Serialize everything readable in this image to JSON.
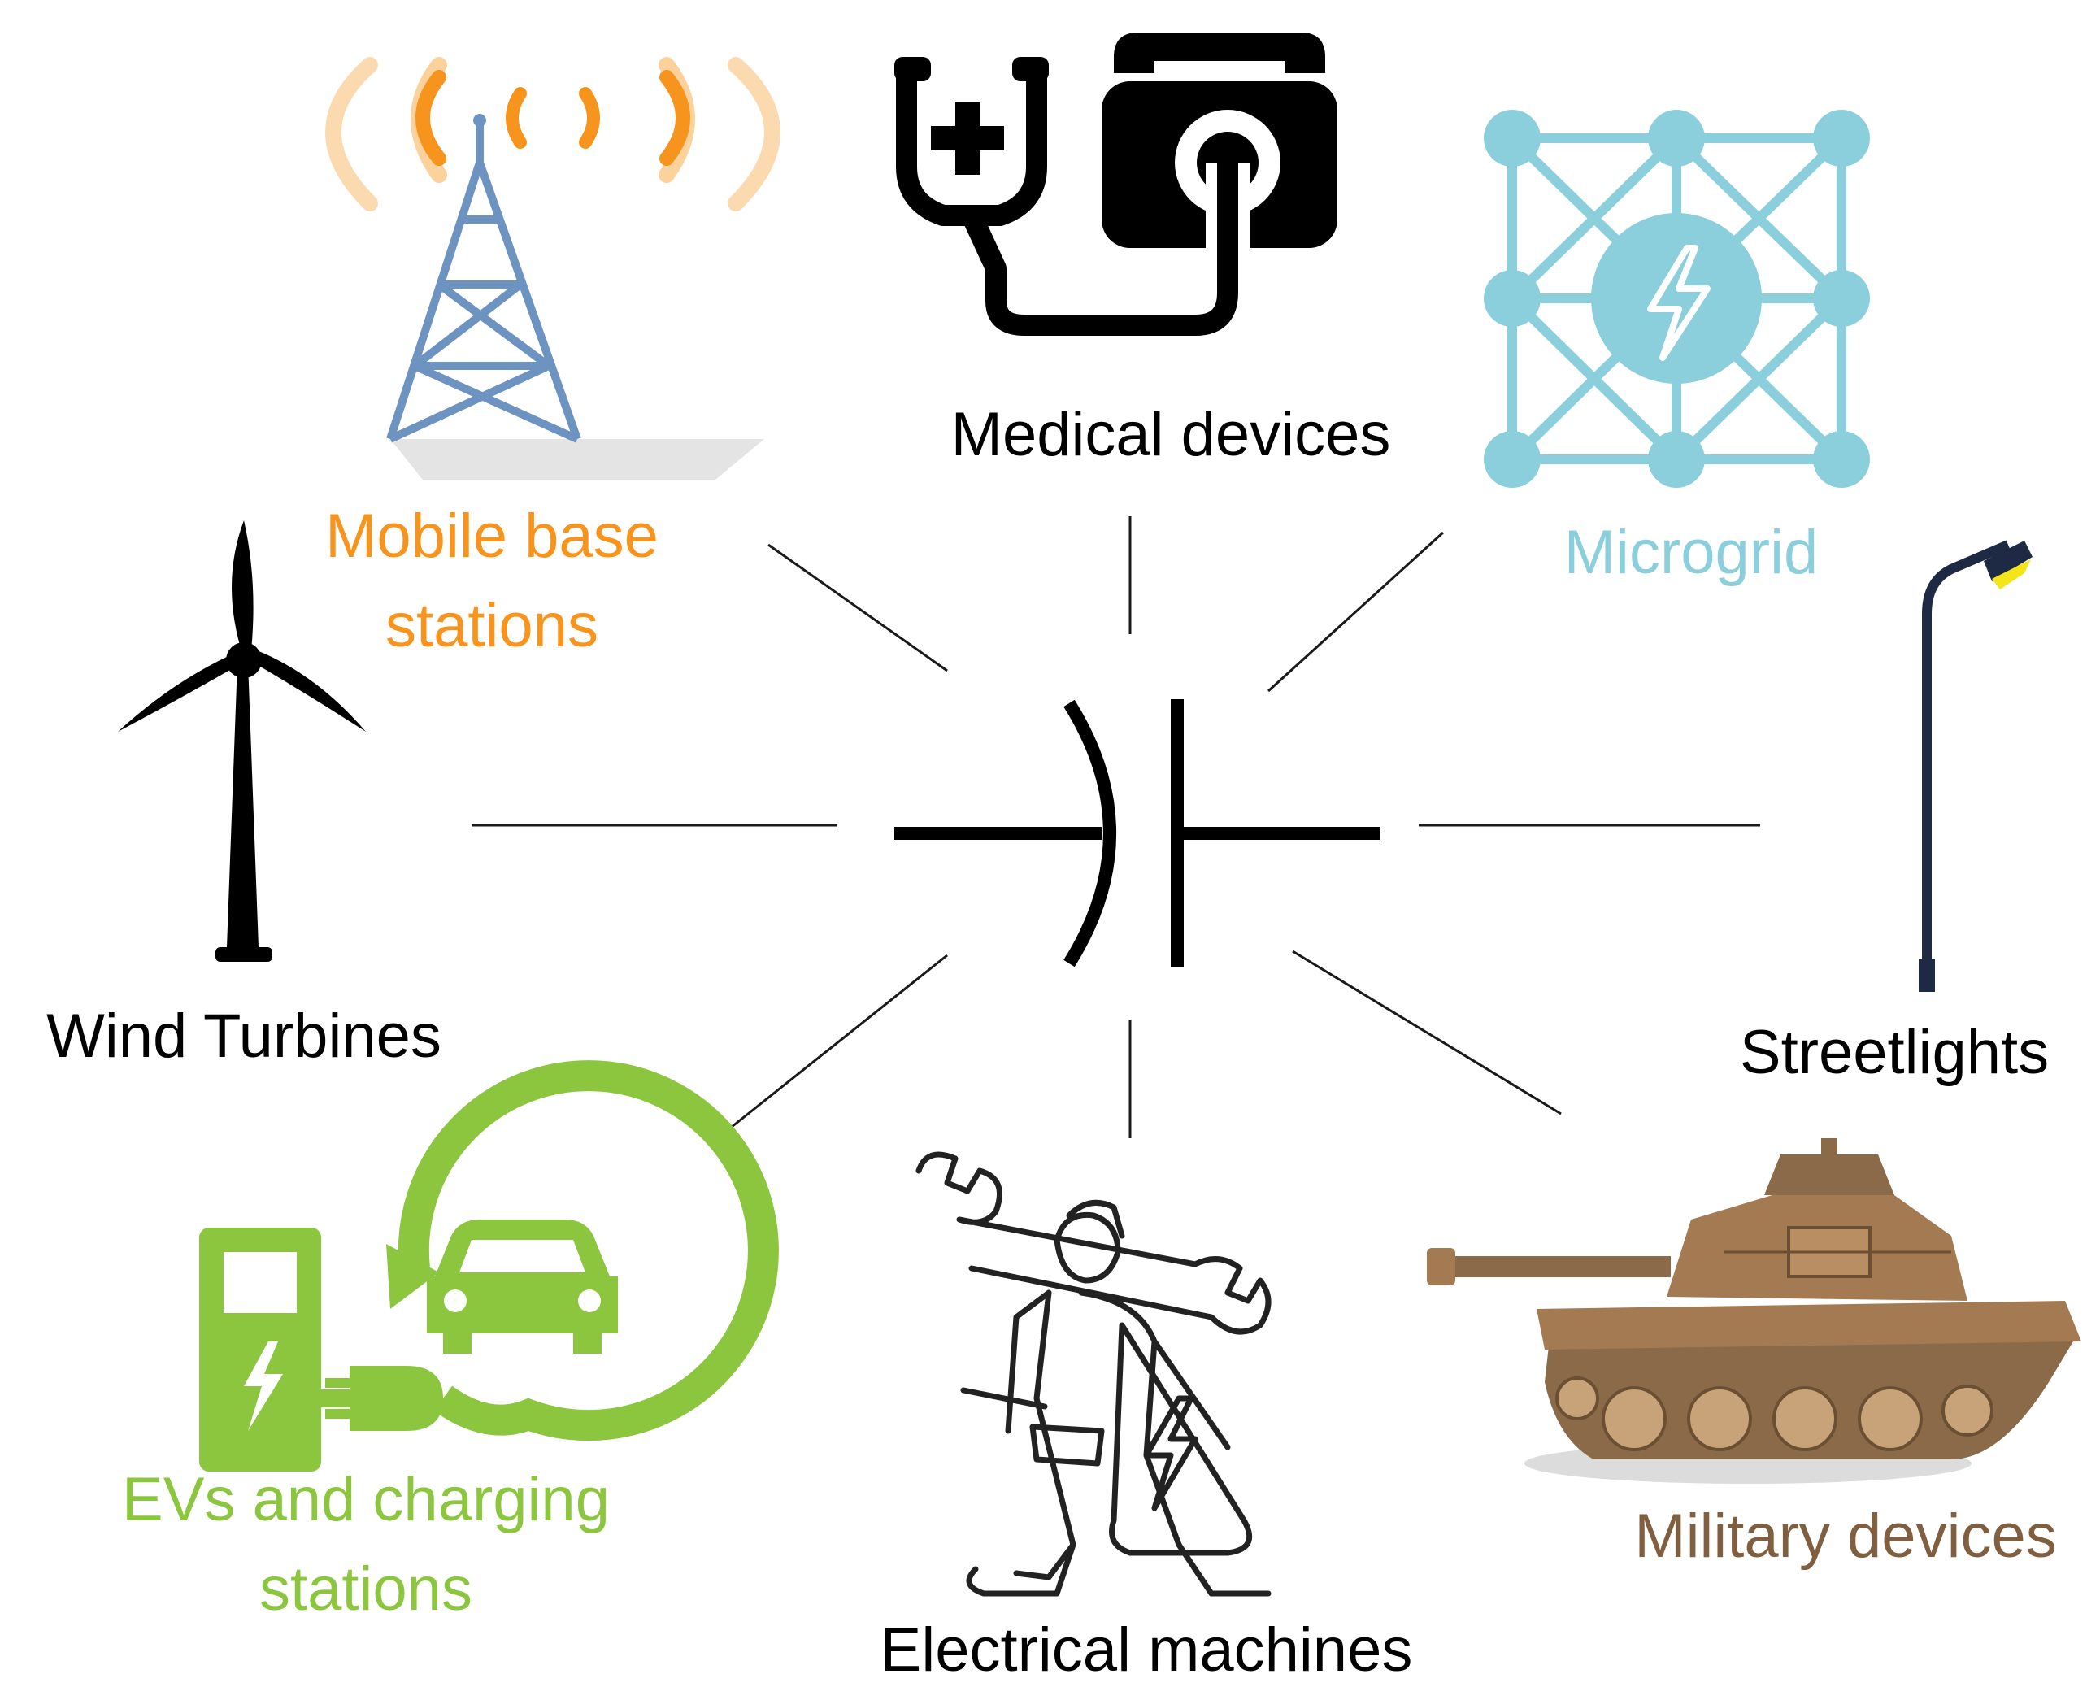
{
  "colors": {
    "black": "#000000",
    "orange": "#f7941d",
    "orange_light": "#fbd19c",
    "tower_blue": "#6d93c0",
    "microgrid_cyan": "#8ccfdc",
    "green": "#8cc63f",
    "tank_brown": "#a37a52",
    "military_text": "#7f5f3f",
    "connector": "#1a1a1a"
  },
  "labels": {
    "mobile_line1": "Mobile base",
    "mobile_line2": "stations",
    "medical": "Medical devices",
    "microgrid": "Microgrid",
    "wind": "Wind Turbines",
    "streetlights": "Streetlights",
    "ev_line1": "EVs and charging",
    "ev_line2": "stations",
    "electrical": "Electrical machines",
    "military": "Military devices"
  },
  "icons": {
    "center": "supercapacitor-symbol-icon",
    "mobile": "cell-tower-icon",
    "medical": "stethoscope-medical-kit-icon",
    "microgrid": "microgrid-network-icon",
    "wind": "wind-turbine-icon",
    "streetlights": "street-lamp-icon",
    "ev": "ev-charging-station-icon",
    "electrical": "electrician-worker-icon",
    "military": "tank-icon"
  }
}
